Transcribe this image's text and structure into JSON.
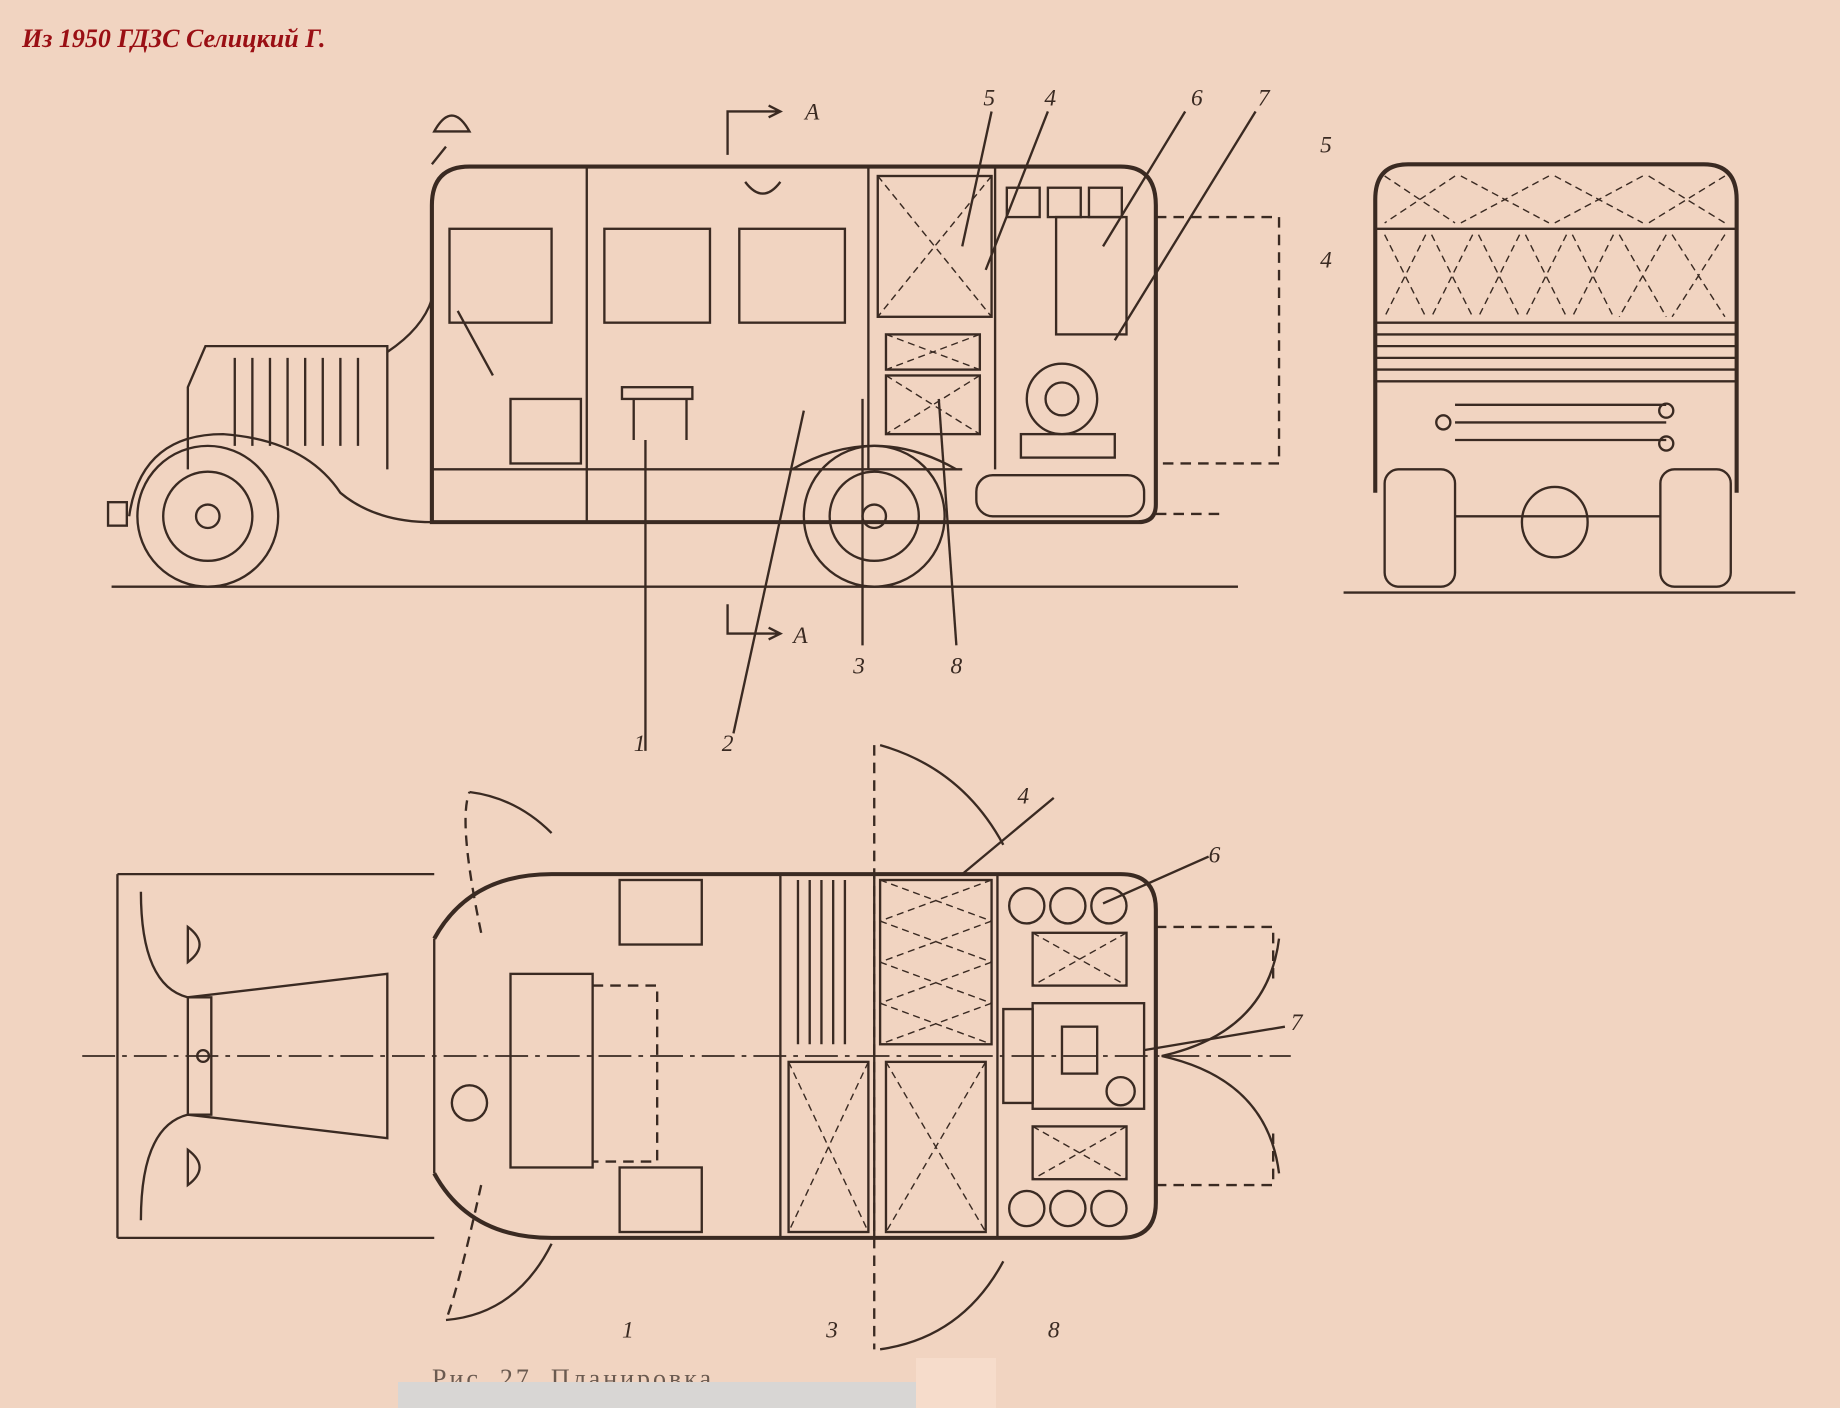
{
  "header": {
    "title": "Из 1950 ГДЗС Селицкий Г."
  },
  "caption": "Рис. 27. Планировка",
  "side_view": {
    "callouts": [
      "5",
      "4",
      "6",
      "7",
      "2",
      "3",
      "8",
      "1"
    ],
    "section_marks": [
      "А",
      "А"
    ]
  },
  "rear_view": {
    "callouts": [
      "5",
      "4"
    ]
  },
  "plan_view": {
    "callouts": [
      "4",
      "6",
      "7",
      "1",
      "3",
      "8"
    ]
  },
  "colors": {
    "paper": "#f1d4c1",
    "ink": "#3a2a22",
    "title": "#9a0f14"
  }
}
